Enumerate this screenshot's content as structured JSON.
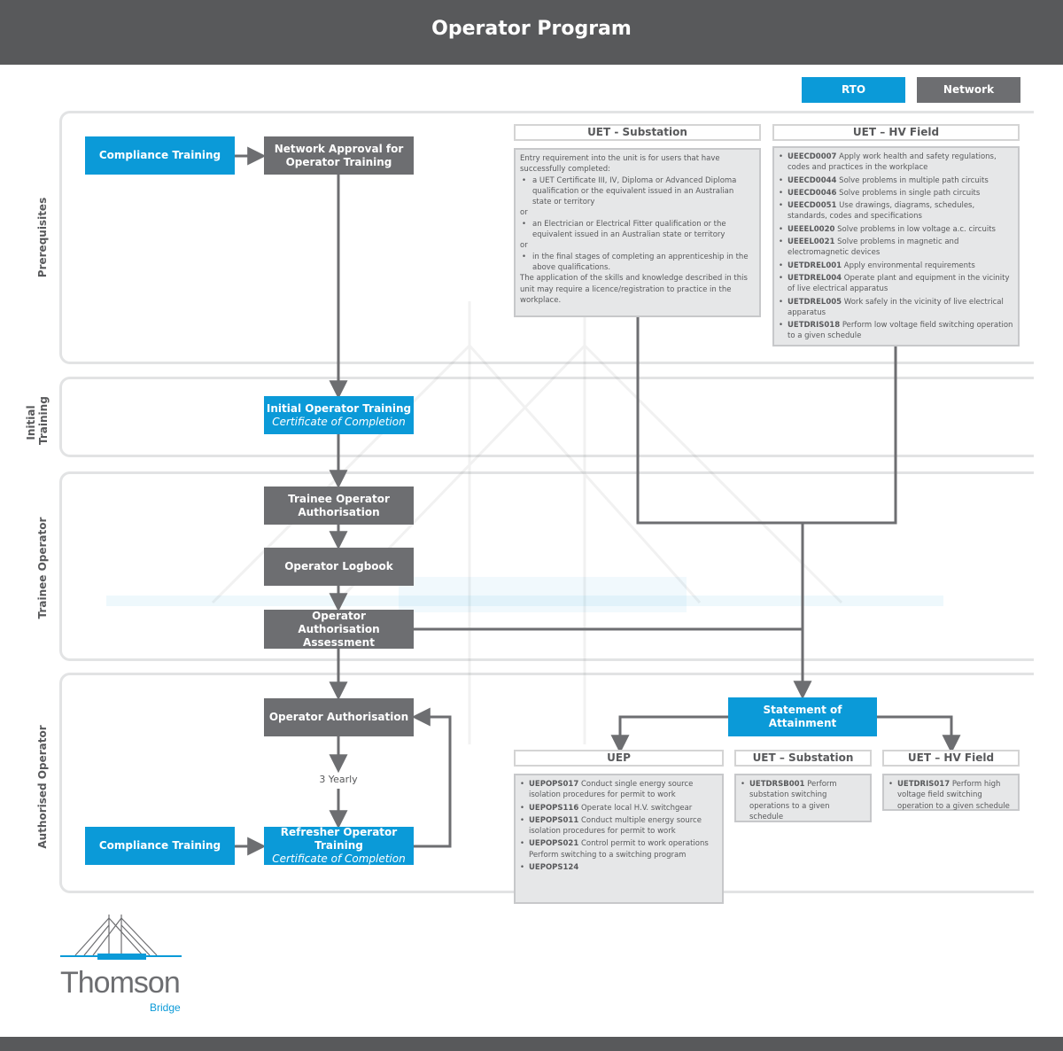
{
  "header": {
    "title": "Operator Program"
  },
  "legend": {
    "rto": "RTO",
    "network": "Network"
  },
  "colors": {
    "rto": "#0b9ad8",
    "network": "#6d6e71",
    "header": "#58595b"
  },
  "sections": {
    "prerequisites": "Prerequisites",
    "initial_training": "Initial Training",
    "trainee_operator": "Trainee Operator",
    "authorised_operator": "Authorised Operator"
  },
  "boxes": {
    "compliance_training_top": "Compliance Training",
    "network_approval": "Network Approval for Operator Training",
    "initial_training_title": "Initial Operator Training",
    "initial_training_sub": "Certificate of Completion",
    "trainee_authorisation": "Trainee Operator Authorisation",
    "operator_logbook": "Operator Logbook",
    "authorisation_assessment": "Operator Authorisation Assessment",
    "operator_authorisation": "Operator Authorisation",
    "three_yearly": "3 Yearly",
    "compliance_training_bottom": "Compliance Training",
    "refresher_title": "Refresher Operator Training",
    "refresher_sub": "Certificate of Completion",
    "statement_of_attainment": "Statement of Attainment"
  },
  "uet_substation": {
    "heading": "UET - Substation",
    "intro": "Entry requirement into the unit is for users that have successfully completed:",
    "item1": "a UET Certificate III, IV, Diploma or Advanced Diploma qualification or the equivalent issued in an Australian state or territory",
    "or1": "or",
    "item2": "an Electrician or Electrical Fitter qualification or the equivalent issued in an Australian state or territory",
    "or2": "or",
    "item3": "in the final stages of completing an apprenticeship in the above qualifications.",
    "outro": "The application of the skills and knowledge described in this unit may require a licence/registration to practice in the workplace."
  },
  "uet_hv_field": {
    "heading": "UET – HV Field",
    "items": [
      {
        "code": "UEECD0007",
        "text": "Apply work health and safety regulations, codes and practices in the workplace"
      },
      {
        "code": "UEECD0044",
        "text": "Solve problems in multiple path circuits"
      },
      {
        "code": "UEECD0046",
        "text": "Solve problems in single path circuits"
      },
      {
        "code": "UEECD0051",
        "text": "Use drawings, diagrams, schedules, standards, codes and specifications"
      },
      {
        "code": "UEEEL0020",
        "text": "Solve problems in low voltage a.c. circuits"
      },
      {
        "code": "UEEEL0021",
        "text": "Solve problems in magnetic and electromagnetic devices"
      },
      {
        "code": "UETDREL001",
        "text": "Apply environmental requirements"
      },
      {
        "code": "UETDREL004",
        "text": "Operate plant and equipment in the vicinity of live electrical apparatus"
      },
      {
        "code": "UETDREL005",
        "text": "Work safely in the vicinity of live electrical apparatus"
      },
      {
        "code": "UETDRIS018",
        "text": "Perform low voltage field switching operation to a given schedule"
      }
    ]
  },
  "uep": {
    "heading": "UEP",
    "items": [
      {
        "code": "UEPOPS017",
        "text": "Conduct single energy source isolation procedures for permit to work"
      },
      {
        "code": "UEPOPS116",
        "text": "Operate local H.V. switchgear"
      },
      {
        "code": "UEPOPS011",
        "text": "Conduct multiple energy source isolation procedures for permit to work"
      },
      {
        "code": "UEPOPS021",
        "text": "Control permit to work operations Perform switching to a switching program"
      },
      {
        "code": "UEPOPS124",
        "text": ""
      }
    ]
  },
  "uet_substation_bottom": {
    "heading": "UET – Substation",
    "items": [
      {
        "code": "UETDRSB001",
        "text": "Perform substation switching operations to a given schedule"
      }
    ]
  },
  "uet_hv_field_bottom": {
    "heading": "UET – HV Field",
    "items": [
      {
        "code": "UETDRIS017",
        "text": "Perform high voltage field switching operation to a given schedule"
      }
    ]
  },
  "logo": {
    "name": "Thomson",
    "sub": "Bridge"
  }
}
